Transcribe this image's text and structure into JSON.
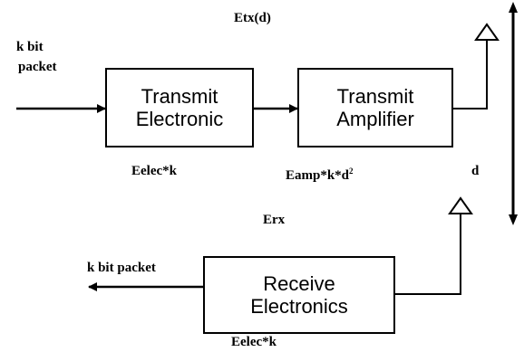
{
  "diagram": {
    "input_label_line1": "k bit",
    "input_label_line2": "packet",
    "transmit_electronic_line1": "Transmit",
    "transmit_electronic_line2": "Electronic",
    "transmit_amplifier_line1": "Transmit",
    "transmit_amplifier_line2": "Amplifier",
    "receive_electronics_line1": "Receive",
    "receive_electronics_line2": "Electronics",
    "etx_label": "Etx(d)",
    "eelec_tx_label": "Eelec*k",
    "eamp_label": "Eamp*k*d",
    "eamp_exponent": "2",
    "distance_label": "d",
    "erx_label": "Erx",
    "output_label": "k bit packet",
    "eelec_rx_label": "Eelec*k"
  },
  "colors": {
    "line": "#000000",
    "background": "#ffffff"
  }
}
